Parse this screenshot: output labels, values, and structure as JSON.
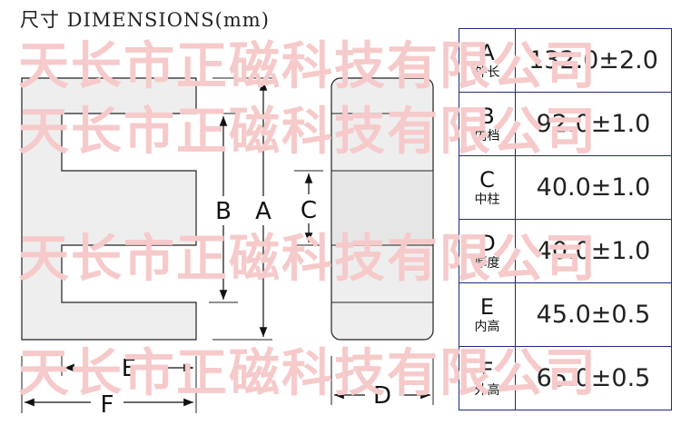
{
  "title": "尺寸 DIMENSIONS(mm)",
  "watermark": "天长市正磁科技有限公司",
  "labels": {
    "A": "A",
    "B": "B",
    "C": "C",
    "D": "D",
    "E": "E",
    "F": "F"
  },
  "dimensions": [
    {
      "letter": "A",
      "name": "外长",
      "value": "132.0±2.0"
    },
    {
      "letter": "B",
      "name": "内档",
      "value": "92.0±1.0"
    },
    {
      "letter": "C",
      "name": "中柱",
      "value": "40.0±1.0"
    },
    {
      "letter": "D",
      "name": "厚度",
      "value": "40.0±1.0"
    },
    {
      "letter": "E",
      "name": "内高",
      "value": "45.0±0.5"
    },
    {
      "letter": "F",
      "name": "外高",
      "value": "65.0±0.5"
    }
  ],
  "colors": {
    "core_fill": "#eeeeee",
    "table_border": "#1e2a80",
    "watermark": "#f6caca"
  }
}
